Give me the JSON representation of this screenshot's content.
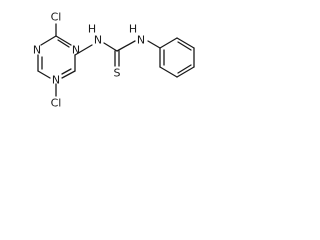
{
  "molecule": {
    "atoms": [
      {
        "id": "cl_top",
        "label": "Cl"
      },
      {
        "id": "n_ring_left",
        "label": "N"
      },
      {
        "id": "n_ring_right",
        "label": "N"
      },
      {
        "id": "n_ring_bottom",
        "label": "N"
      },
      {
        "id": "cl_bottom",
        "label": "Cl"
      },
      {
        "id": "nh_left",
        "label": "H"
      },
      {
        "id": "n_left",
        "label": "N"
      },
      {
        "id": "nh_right",
        "label": "H"
      },
      {
        "id": "n_right",
        "label": "N"
      },
      {
        "id": "s",
        "label": "S"
      }
    ]
  }
}
